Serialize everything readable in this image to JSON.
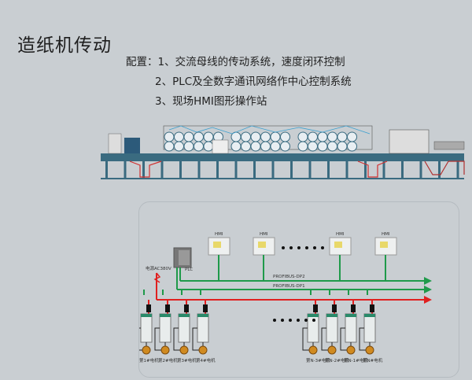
{
  "title": "造纸机传动",
  "config": {
    "label": "配置：",
    "items": [
      "1、交流母线的传动系统，速度闭环控制",
      "2、PLC及全数字通讯网络作中心控制系统",
      "3、现场HMI图形操作站"
    ]
  },
  "diagram": {
    "plc_label": "PLC",
    "hmi_labels": [
      "HMI",
      "HMI",
      "HMI",
      "HMI"
    ],
    "power_label": "电源AC380V",
    "bus2_label": "PROFIBUS-DP2",
    "bus1_label": "PROFIBUS-DP1",
    "motor_labels_left": [
      "第1#电机",
      "第2#电机",
      "第3#电机",
      "第4#电机"
    ],
    "motor_labels_right": [
      "第N-3#电机",
      "第N-2#电机",
      "第N-1#电机",
      "第N#电机"
    ],
    "colors": {
      "profibus": "#1f9a4a",
      "power": "#e02020",
      "machine_blue": "#3a8fc0",
      "frame": "#3a6b80"
    }
  }
}
